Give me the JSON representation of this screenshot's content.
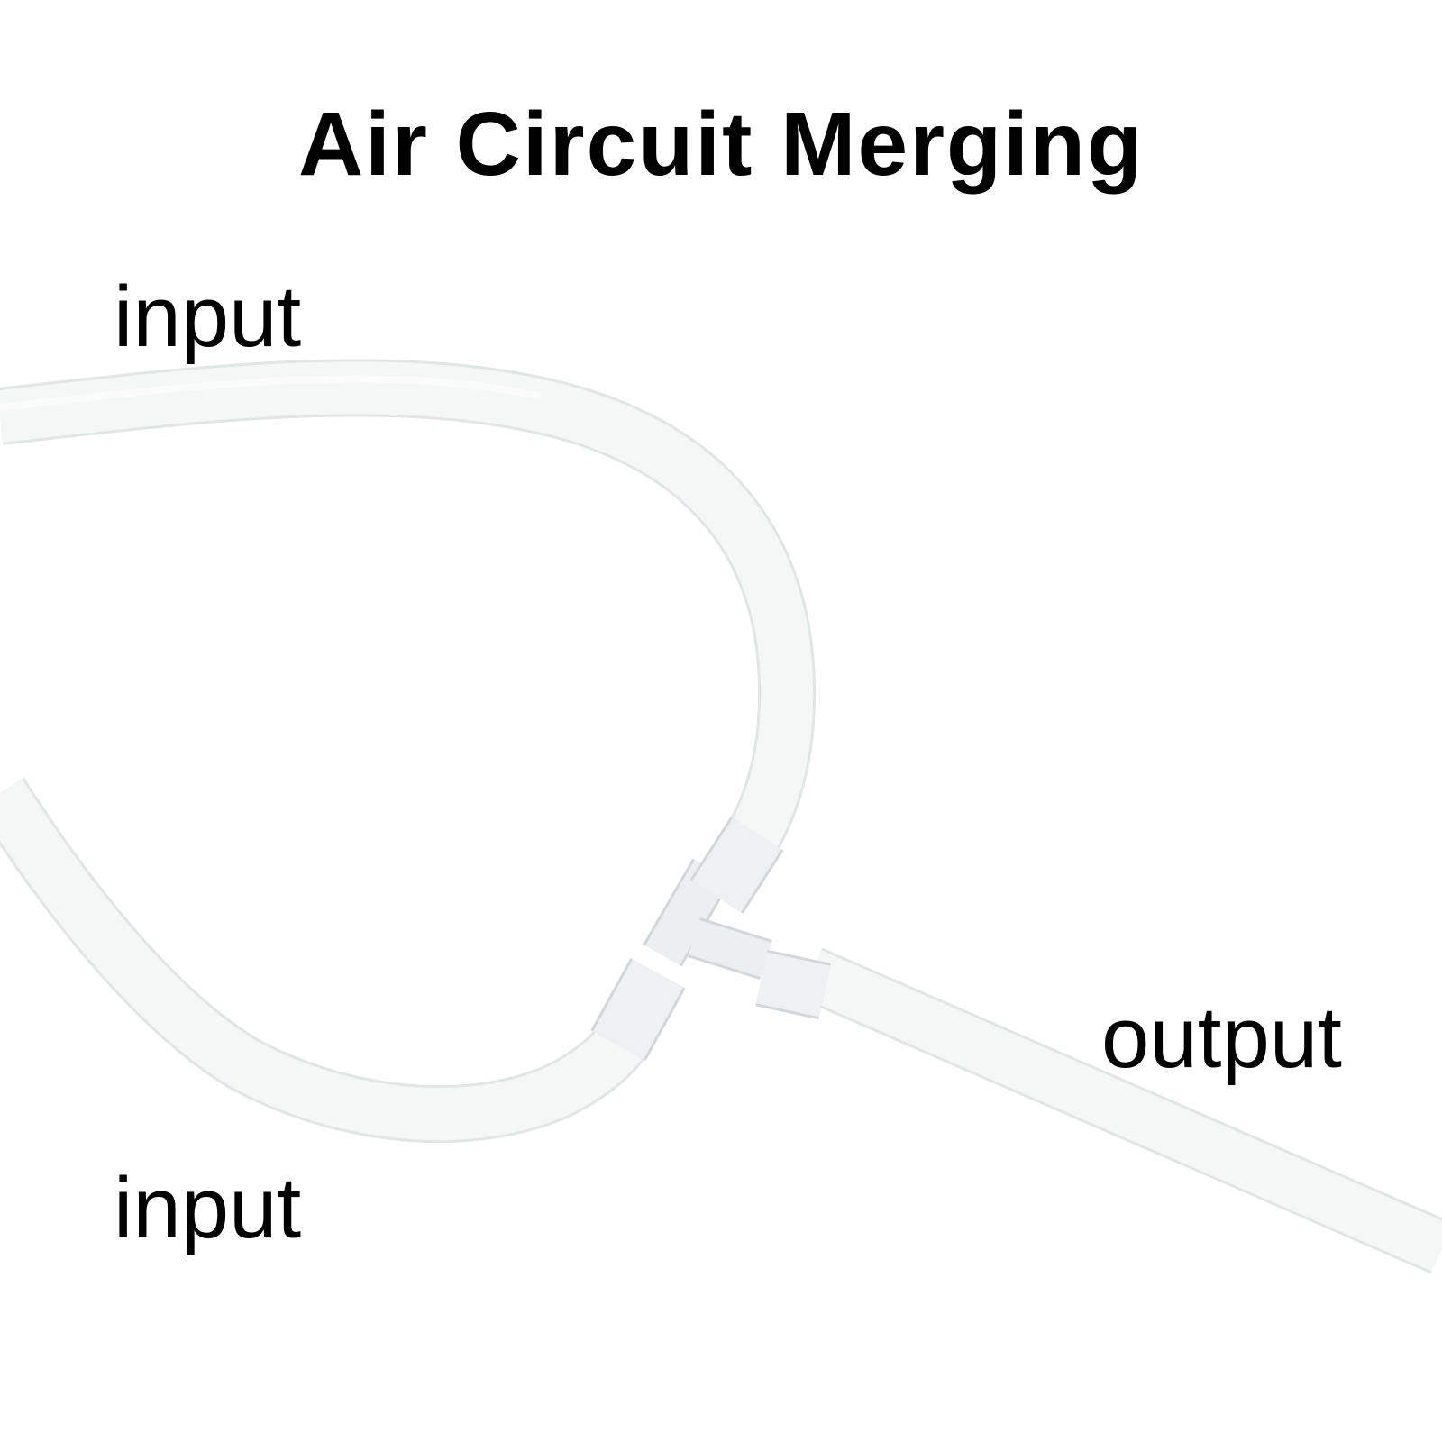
{
  "title": "Air Circuit Merging",
  "labels": {
    "input_top": "input",
    "input_bottom": "input",
    "output": "output"
  },
  "colors": {
    "background": "#ffffff",
    "text": "#000000",
    "tube_fill": "#f4f5f5",
    "tube_edge": "#e2e5e6",
    "connector_fill": "#eceeef",
    "connector_edge": "#d3d7d9"
  }
}
